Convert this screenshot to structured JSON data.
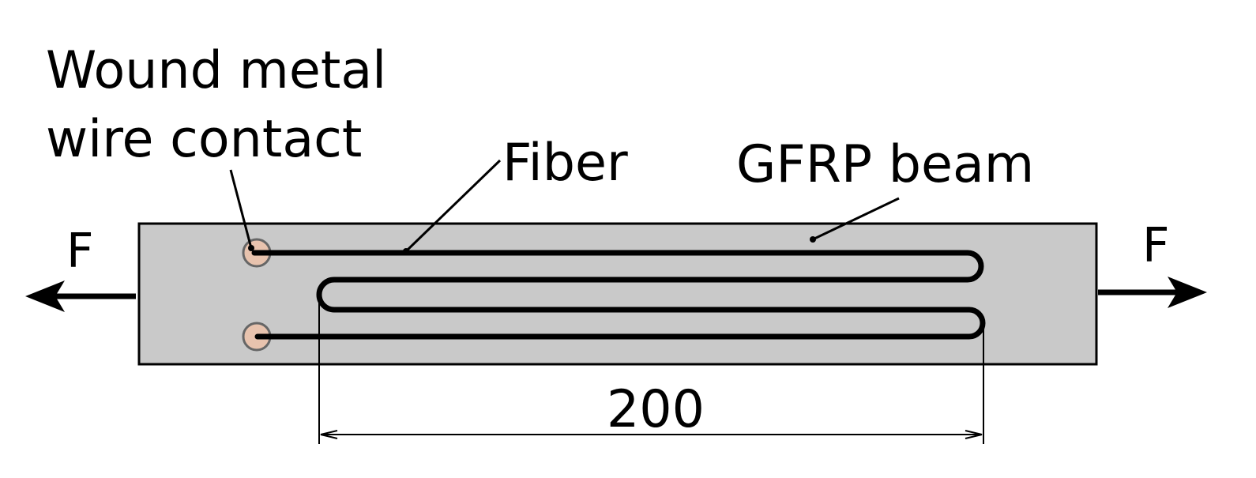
{
  "labels": {
    "contact_line1": "Wound metal",
    "contact_line2": "wire contact",
    "fiber": "Fiber",
    "beam": "GFRP beam",
    "force_left": "F",
    "force_right": "F",
    "dimension": "200"
  },
  "colors": {
    "beam_fill": "#c9c9c9",
    "contact_fill": "#e8c3ae",
    "contact_stroke": "#666666",
    "line": "#000000"
  }
}
